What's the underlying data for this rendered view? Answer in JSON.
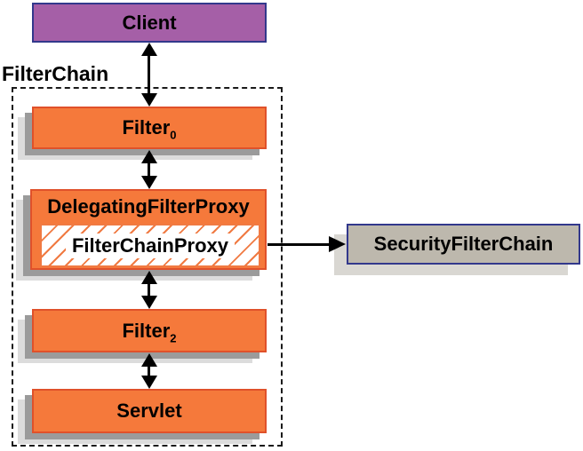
{
  "diagram": {
    "outer_label": "FilterChain",
    "nodes": {
      "client": {
        "label": "Client"
      },
      "filter0": {
        "label": "Filter",
        "subscript": "0"
      },
      "delegating_filter_proxy": {
        "label": "DelegatingFilterProxy"
      },
      "filter_chain_proxy": {
        "label": "FilterChainProxy"
      },
      "filter2": {
        "label": "Filter",
        "subscript": "2"
      },
      "servlet": {
        "label": "Servlet"
      },
      "security_filter_chain": {
        "label": "SecurityFilterChain"
      }
    },
    "edges": [
      {
        "from": "client",
        "to": "filter0",
        "direction": "bidirectional"
      },
      {
        "from": "filter0",
        "to": "delegating_filter_proxy",
        "direction": "bidirectional"
      },
      {
        "from": "delegating_filter_proxy",
        "to": "filter2",
        "direction": "bidirectional"
      },
      {
        "from": "filter2",
        "to": "servlet",
        "direction": "bidirectional"
      },
      {
        "from": "filter_chain_proxy",
        "to": "security_filter_chain",
        "direction": "right"
      }
    ]
  },
  "colors": {
    "client-fill": "#a55fa7",
    "navy-border": "#32388c",
    "orange-fill": "#f5793b",
    "orange-border": "#e0512a",
    "hatch-line": "#f07a42",
    "gray-fill": "#bdb8ad",
    "shadow-mid": "#9b9b9b",
    "shadow-light": "#dcdcdc",
    "sfc-shadow": "#d9d7d2",
    "arrow-color": "#000000",
    "dash-border": "#1a1a1a"
  }
}
